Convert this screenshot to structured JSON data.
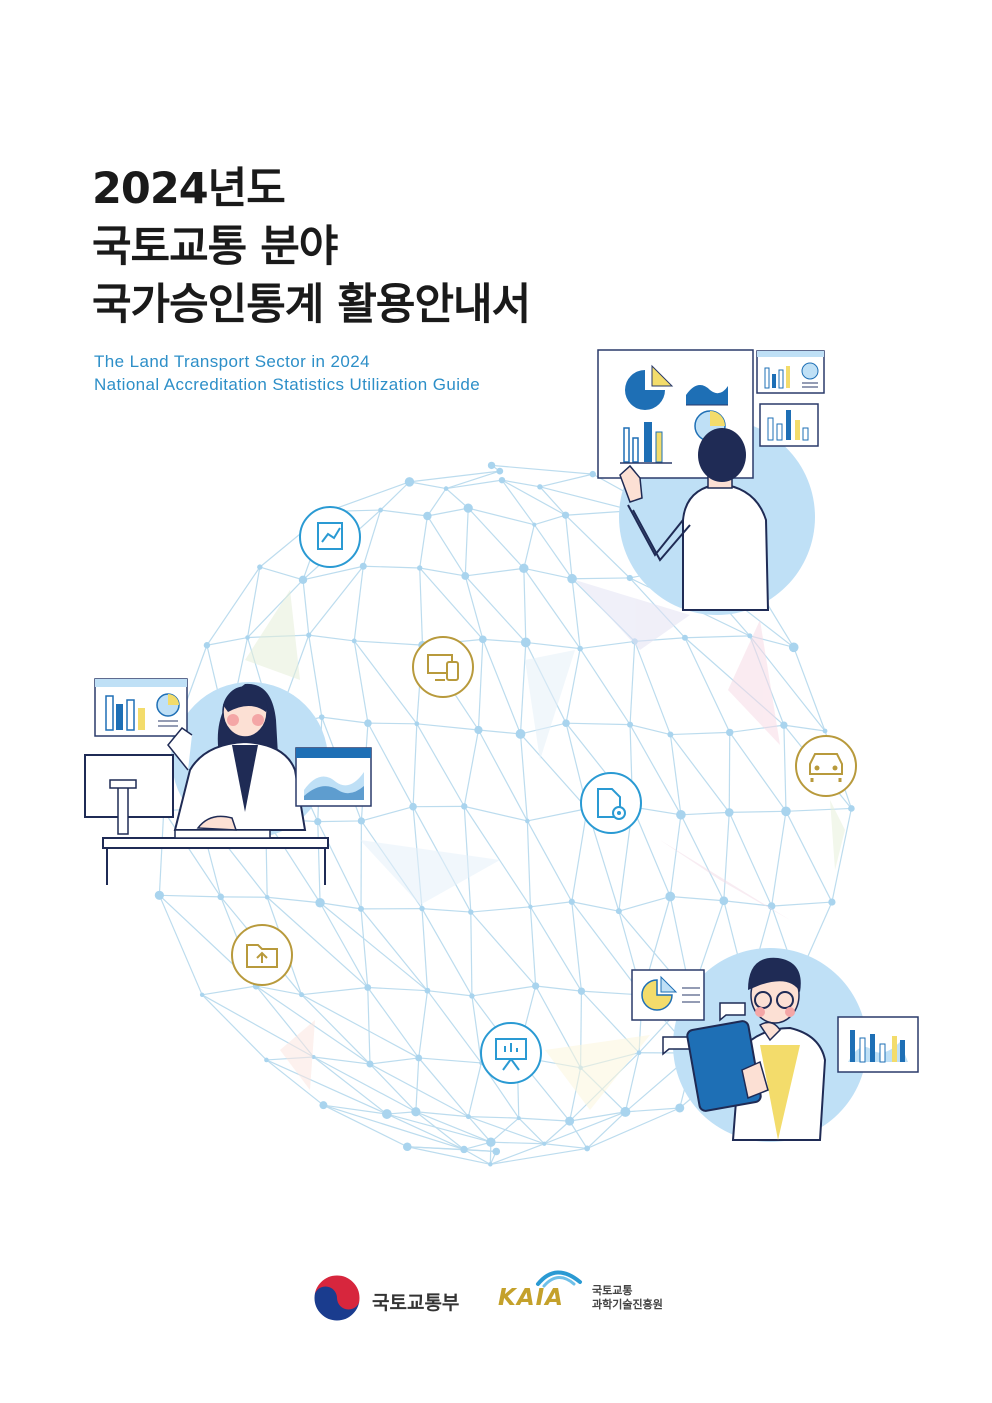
{
  "title": {
    "line1": "2024년도",
    "line2": "국토교통 분야",
    "line3": "국가승인통계 활용안내서"
  },
  "subtitle": {
    "line1": "The Land Transport Sector in 2024",
    "line2": "National Accreditation Statistics Utilization Guide"
  },
  "footer": {
    "ministry": "국토교통부",
    "kaia_logo": "KAIA",
    "kaia_name_line1": "국토교통",
    "kaia_name_line2": "과학기술진흥원"
  },
  "colors": {
    "title": "#1a1a1a",
    "subtitle": "#2d8fc8",
    "network": "#bcdcee",
    "circle_bg": "#bfe0f6",
    "accent_blue": "#1e6fb5",
    "accent_yellow": "#f3dc6b",
    "icon_blue": "#2a9ad3",
    "icon_gold": "#b89a3c",
    "kaia_gold": "#c4a12b"
  },
  "icons": [
    "document-chart-icon",
    "devices-icon",
    "car-icon",
    "document-gear-icon",
    "folder-upload-icon",
    "presentation-board-icon"
  ]
}
